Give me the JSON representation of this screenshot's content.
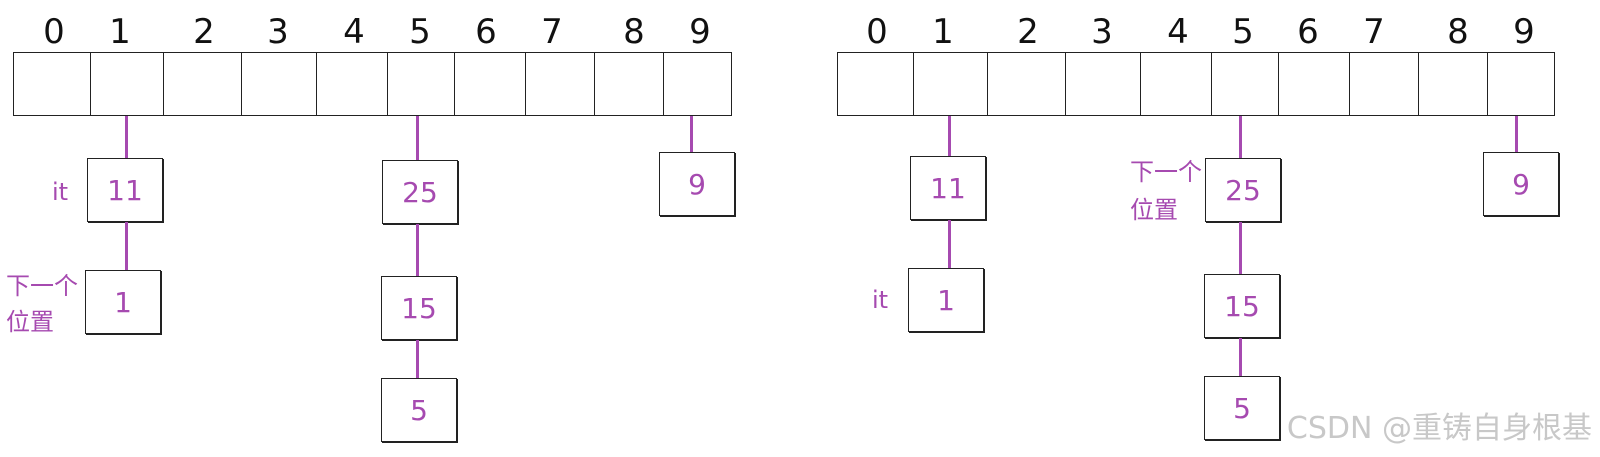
{
  "diagrams": [
    {
      "indices": [
        "0",
        "1",
        "2",
        "3",
        "4",
        "5",
        "6",
        "7",
        "8",
        "9"
      ],
      "nodes": {
        "n11": "11",
        "n1": "1",
        "n25": "25",
        "n15": "15",
        "n5": "5",
        "n9": "9"
      },
      "labels": {
        "it": "it",
        "next_line1": "下一个",
        "next_line2": "位置"
      }
    },
    {
      "indices": [
        "0",
        "1",
        "2",
        "3",
        "4",
        "5",
        "6",
        "7",
        "8",
        "9"
      ],
      "nodes": {
        "n11": "11",
        "n1": "1",
        "n25": "25",
        "n15": "15",
        "n5": "5",
        "n9": "9"
      },
      "labels": {
        "it": "it",
        "next_line1": "下一个",
        "next_line2": "位置"
      }
    }
  ],
  "watermark": "CSDN @重铸自身根基",
  "colors": {
    "accent": "#a64ab0",
    "border": "#222222",
    "text": "#111111",
    "watermark": "#c8c8c8"
  }
}
